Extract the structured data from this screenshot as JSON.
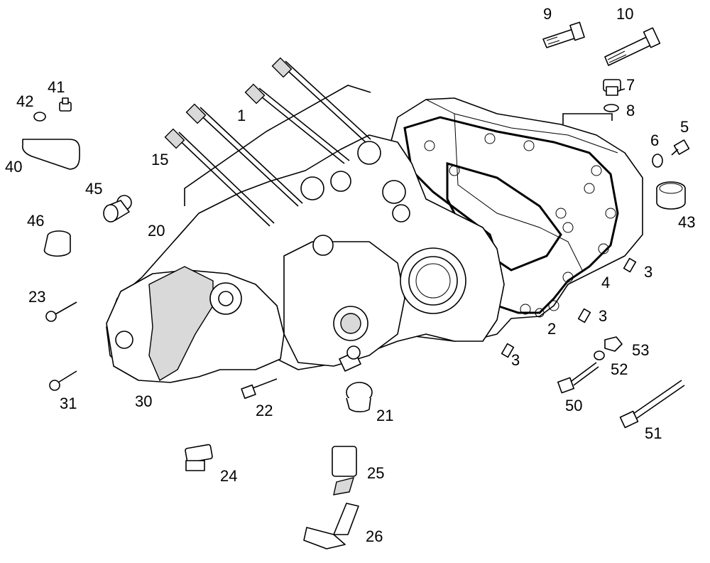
{
  "callouts": [
    {
      "id": "label-9",
      "text": "9"
    },
    {
      "id": "label-10",
      "text": "10"
    },
    {
      "id": "label-7",
      "text": "7"
    },
    {
      "id": "label-8",
      "text": "8"
    },
    {
      "id": "label-6",
      "text": "6"
    },
    {
      "id": "label-5",
      "text": "5"
    },
    {
      "id": "label-43",
      "text": "43"
    },
    {
      "id": "label-41",
      "text": "41"
    },
    {
      "id": "label-42",
      "text": "42"
    },
    {
      "id": "label-40",
      "text": "40"
    },
    {
      "id": "label-1",
      "text": "1"
    },
    {
      "id": "label-15",
      "text": "15"
    },
    {
      "id": "label-45",
      "text": "45"
    },
    {
      "id": "label-46",
      "text": "46"
    },
    {
      "id": "label-20",
      "text": "20"
    },
    {
      "id": "label-23",
      "text": "23"
    },
    {
      "id": "label-31",
      "text": "31"
    },
    {
      "id": "label-30",
      "text": "30"
    },
    {
      "id": "label-22",
      "text": "22"
    },
    {
      "id": "label-21",
      "text": "21"
    },
    {
      "id": "label-3a",
      "text": "3"
    },
    {
      "id": "label-3b",
      "text": "3"
    },
    {
      "id": "label-3c",
      "text": "3"
    },
    {
      "id": "label-4",
      "text": "4"
    },
    {
      "id": "label-2",
      "text": "2"
    },
    {
      "id": "label-53",
      "text": "53"
    },
    {
      "id": "label-52",
      "text": "52"
    },
    {
      "id": "label-50",
      "text": "50"
    },
    {
      "id": "label-51",
      "text": "51"
    },
    {
      "id": "label-24",
      "text": "24"
    },
    {
      "id": "label-25",
      "text": "25"
    },
    {
      "id": "label-26",
      "text": "26"
    }
  ]
}
